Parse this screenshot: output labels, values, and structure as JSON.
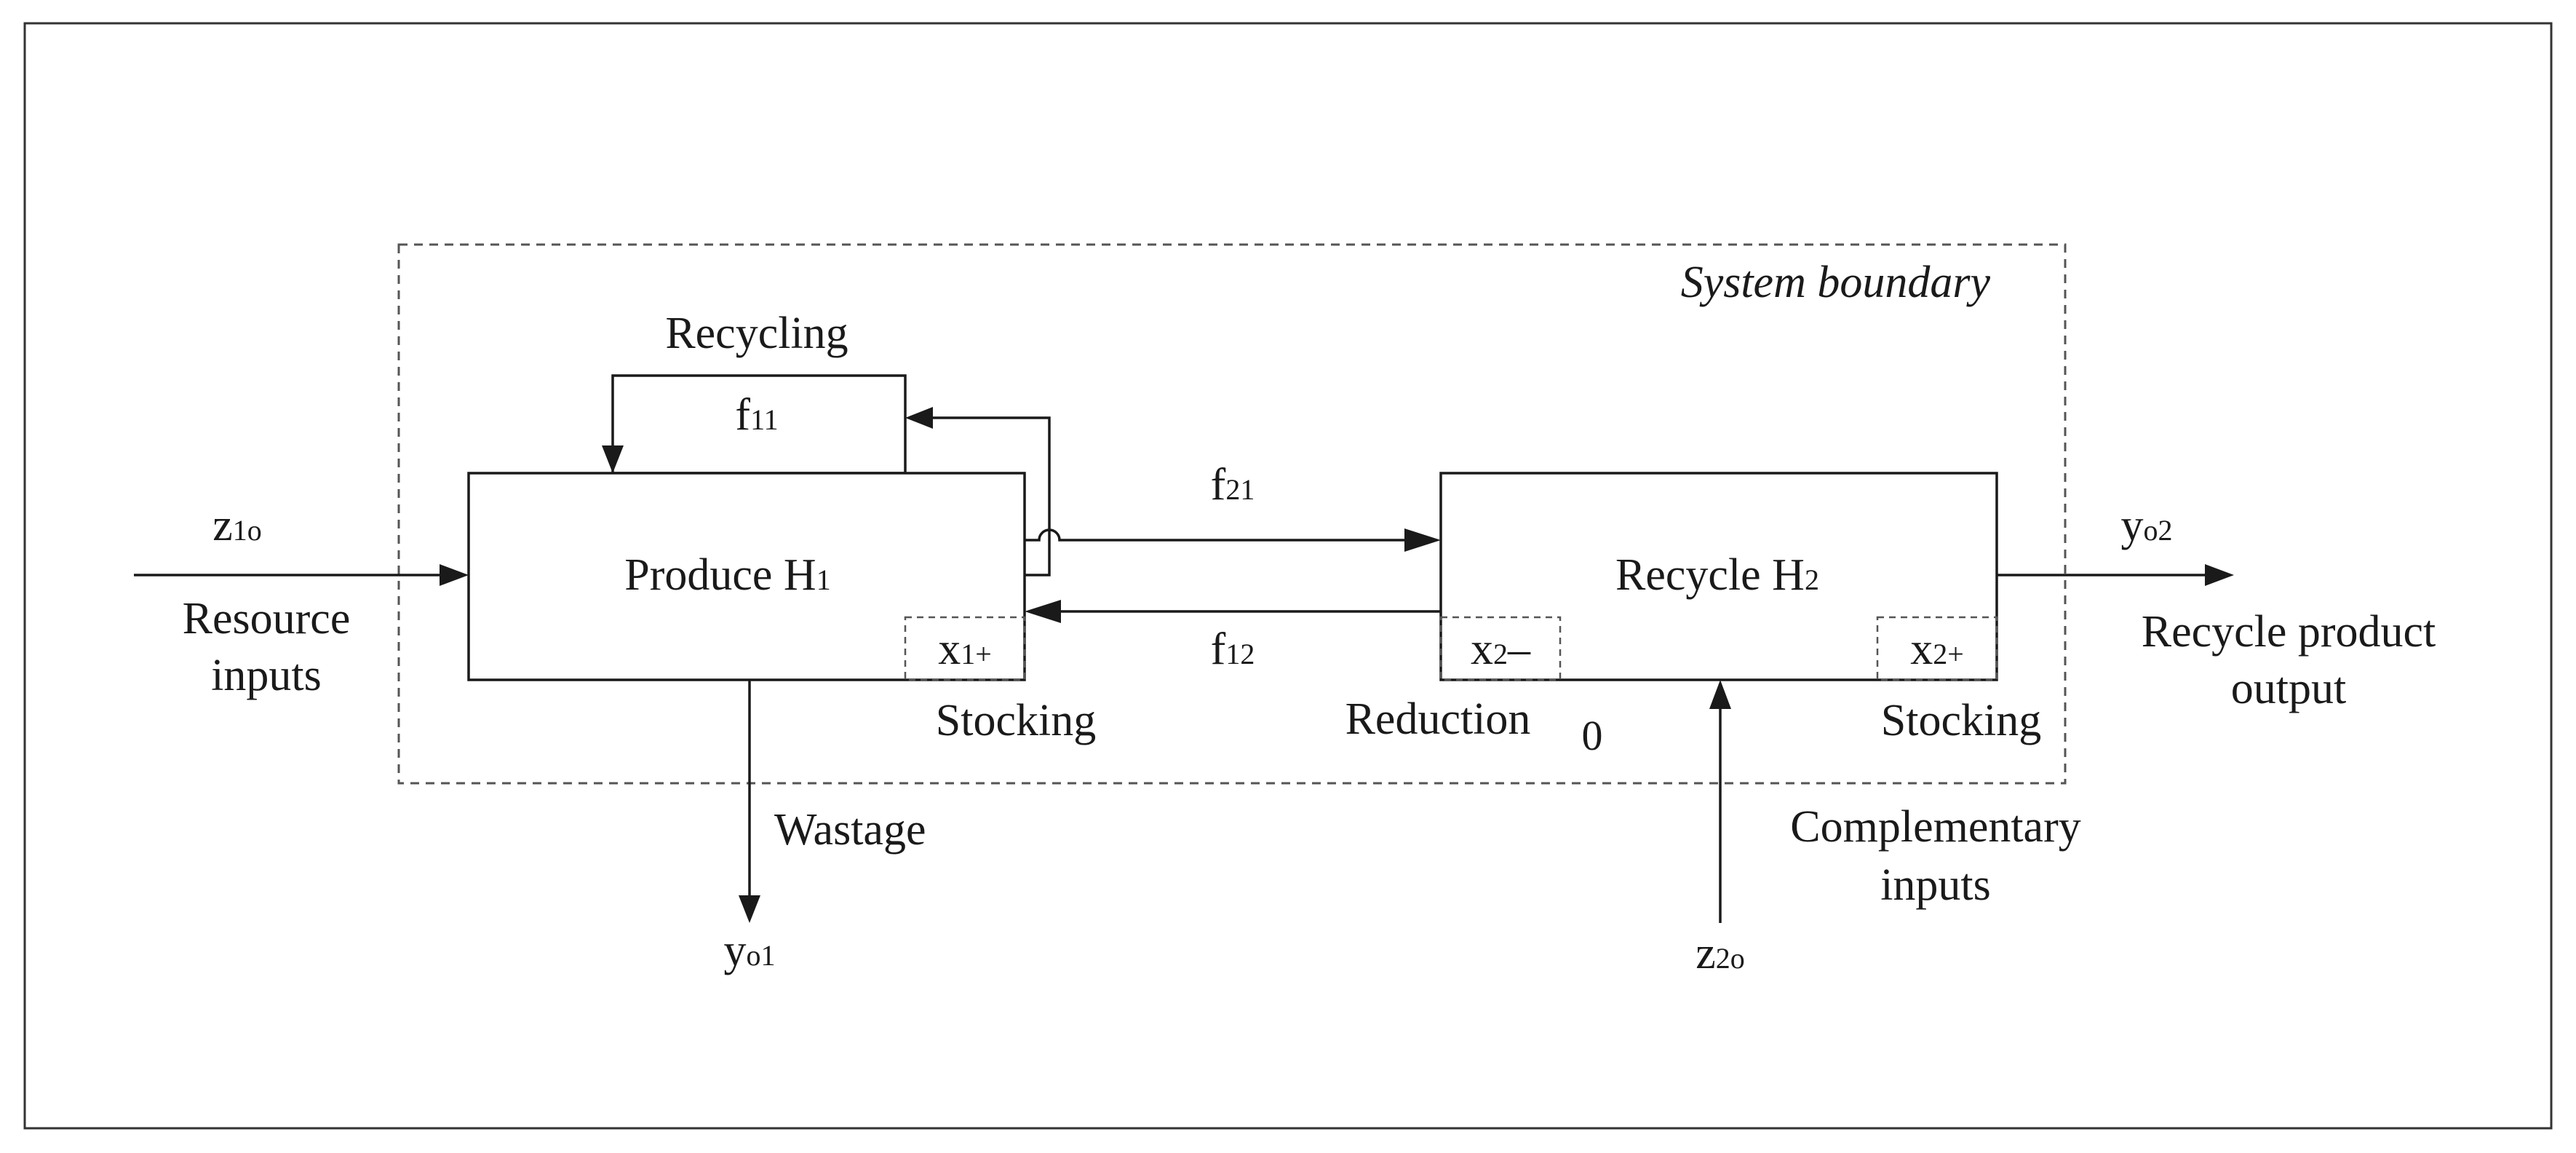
{
  "boundary_label": "System boundary",
  "recycling_label": "Recycling",
  "f11": {
    "main": "f",
    "sub": "11"
  },
  "f21": {
    "main": "f",
    "sub": "21"
  },
  "f12": {
    "main": "f",
    "sub": "12"
  },
  "produce": {
    "main": "Produce H",
    "sub": "1"
  },
  "recycle": {
    "main": "Recycle H",
    "sub": "2"
  },
  "x1plus": {
    "main": "x",
    "sub": "1+"
  },
  "x2minus": {
    "main": "x",
    "sub": "2",
    "suffix": "–"
  },
  "x2plus": {
    "main": "x",
    "sub": "2+"
  },
  "z1o": {
    "main": "z",
    "sub": "1o"
  },
  "z2o": {
    "main": "z",
    "sub": "2o"
  },
  "yo1": {
    "main": "y",
    "sub": "o1"
  },
  "yo2": {
    "main": "y",
    "sub": "o2"
  },
  "resource_inputs": [
    "Resource",
    "inputs"
  ],
  "recycle_output": [
    "Recycle product",
    "output"
  ],
  "complementary_inputs": [
    "Complementary",
    "inputs"
  ],
  "stocking_1": "Stocking",
  "stocking_2": "Stocking",
  "reduction": "Reduction",
  "zero": "0",
  "wastage": "Wastage"
}
